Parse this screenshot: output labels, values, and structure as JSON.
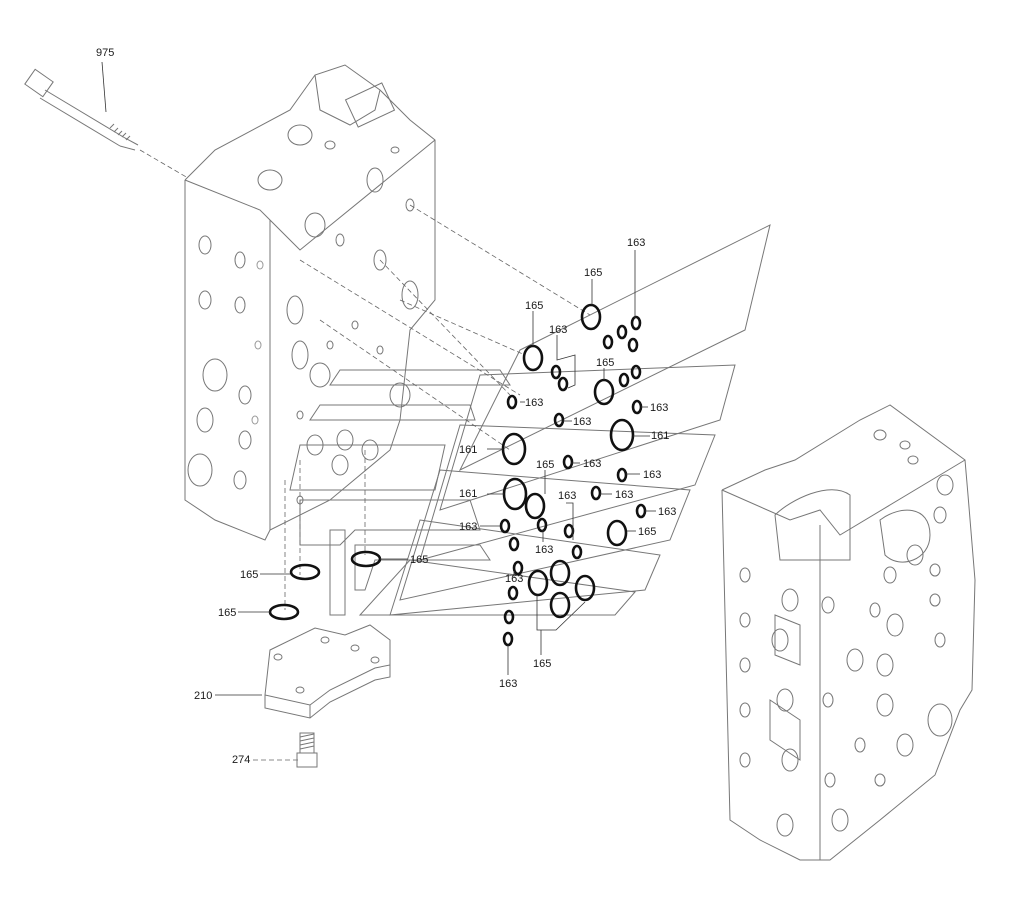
{
  "diagram": {
    "labels": [
      {
        "id": "lbl-975",
        "text": "975"
      },
      {
        "id": "lbl-163-a",
        "text": "163"
      },
      {
        "id": "lbl-165-a",
        "text": "165"
      },
      {
        "id": "lbl-165-b",
        "text": "165"
      },
      {
        "id": "lbl-163-b",
        "text": "163"
      },
      {
        "id": "lbl-165-c",
        "text": "165"
      },
      {
        "id": "lbl-163-c",
        "text": "163"
      },
      {
        "id": "lbl-163-d",
        "text": "163"
      },
      {
        "id": "lbl-163-e",
        "text": "163"
      },
      {
        "id": "lbl-161-a",
        "text": "161"
      },
      {
        "id": "lbl-161-b",
        "text": "161"
      },
      {
        "id": "lbl-165-d",
        "text": "165"
      },
      {
        "id": "lbl-163-f",
        "text": "163"
      },
      {
        "id": "lbl-163-g",
        "text": "163"
      },
      {
        "id": "lbl-161-c",
        "text": "161"
      },
      {
        "id": "lbl-163-h",
        "text": "163"
      },
      {
        "id": "lbl-163-i",
        "text": "163"
      },
      {
        "id": "lbl-163-j",
        "text": "163"
      },
      {
        "id": "lbl-163-k",
        "text": "163"
      },
      {
        "id": "lbl-165-e",
        "text": "165"
      },
      {
        "id": "lbl-163-l",
        "text": "163"
      },
      {
        "id": "lbl-165-f",
        "text": "165"
      },
      {
        "id": "lbl-165-g",
        "text": "165"
      },
      {
        "id": "lbl-165-h",
        "text": "165"
      },
      {
        "id": "lbl-163-m",
        "text": "163"
      },
      {
        "id": "lbl-163-n",
        "text": "163"
      },
      {
        "id": "lbl-165-i",
        "text": "165"
      },
      {
        "id": "lbl-210",
        "text": "210"
      },
      {
        "id": "lbl-274",
        "text": "274"
      }
    ]
  },
  "colors": {
    "background": "#ffffff",
    "line_art": "#777777",
    "rings": "#111111",
    "text": "#1a1a1a"
  }
}
